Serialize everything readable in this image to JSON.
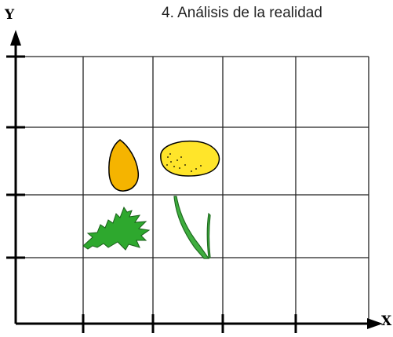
{
  "page": {
    "title": "4. Análisis de la realidad"
  },
  "axes": {
    "y_label": "Y",
    "x_label": "X"
  },
  "grid": {
    "columns": 5,
    "rows": 4
  },
  "items": [
    {
      "name": "orange-seed",
      "column": 2,
      "row": 2,
      "color": "#f5b400"
    },
    {
      "name": "yellow-potato",
      "column": 3,
      "row": 2,
      "color": "#ffe52a"
    },
    {
      "name": "green-leaf",
      "column": 2,
      "row": 3,
      "color": "#2ea82e"
    },
    {
      "name": "green-stem",
      "column": 3,
      "row": 3,
      "color": "#3fae3f"
    }
  ]
}
